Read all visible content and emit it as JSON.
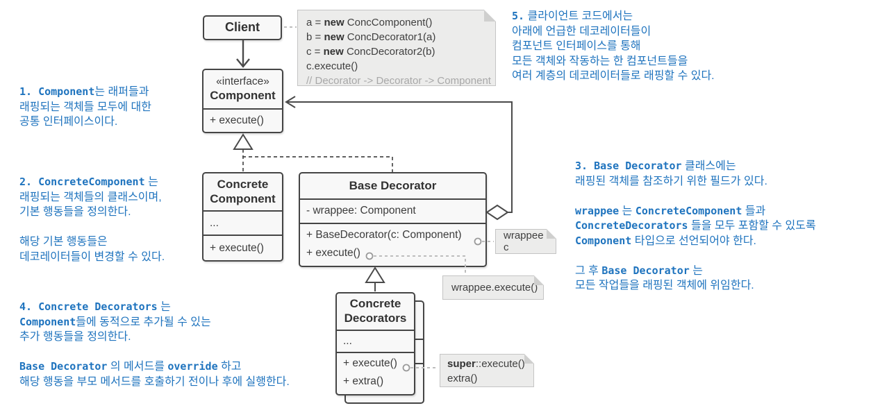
{
  "colors": {
    "annotation_blue": "#1e73be",
    "box_fill": "#f8f8f8",
    "box_border": "#454545",
    "note_fill": "#ececeb",
    "solid_line": "#4a4a4a",
    "dashed_note_connector": "#bdbdbd"
  },
  "classes": {
    "client": {
      "title": "Client"
    },
    "component": {
      "stereotype": "«interface»",
      "title": "Component",
      "method": "+ execute()"
    },
    "concrete_component": {
      "title": "Concrete Component",
      "ellipsis": "...",
      "method": "+ execute()"
    },
    "base_decorator": {
      "title": "Base Decorator",
      "field": "- wrappee: Component",
      "method1": "+ BaseDecorator(c: Component)",
      "method2": "+ execute()"
    },
    "concrete_decorators": {
      "title": "Concrete Decorators",
      "ellipsis": "...",
      "method1": "+ execute()",
      "method2": "+ extra()"
    }
  },
  "notes": {
    "client_code": {
      "lines": [
        [
          {
            "t": "a = "
          },
          {
            "t": "new",
            "c": "b"
          },
          {
            "t": " ConcComponent()"
          }
        ],
        [
          {
            "t": "b = "
          },
          {
            "t": "new",
            "c": "b"
          },
          {
            "t": " ConcDecorator1(a)"
          }
        ],
        [
          {
            "t": "c = "
          },
          {
            "t": "new",
            "c": "b"
          },
          {
            "t": " ConcDecorator2(b)"
          }
        ],
        [
          {
            "t": "c.execute()"
          }
        ],
        [
          {
            "t": "// Decorator -> Decorator -> Component",
            "c": "cmt"
          }
        ]
      ]
    },
    "wrappee_assign": {
      "text": "wrappee = c"
    },
    "wrappee_execute": {
      "text": "wrappee.execute()"
    },
    "super_call": {
      "lines": [
        [
          {
            "t": "super",
            "c": "b"
          },
          {
            "t": "::execute()"
          }
        ],
        [
          {
            "t": "extra()"
          }
        ]
      ]
    }
  },
  "annotations": {
    "a1": {
      "lines": [
        [
          {
            "t": "1. Component",
            "c": "kw"
          },
          {
            "t": "는 래퍼들과"
          }
        ],
        [
          {
            "t": "래핑되는 객체들 모두에 대한"
          }
        ],
        [
          {
            "t": "공통 인터페이스이다."
          }
        ]
      ]
    },
    "a2": {
      "lines": [
        [
          {
            "t": "2. ConcreteComponent",
            "c": "kw"
          },
          {
            "t": " 는"
          }
        ],
        [
          {
            "t": "래핑되는 객체들의 클래스이며,"
          }
        ],
        [
          {
            "t": "기본 행동들을 정의한다."
          }
        ],
        [],
        [
          {
            "t": "해당 기본 행동들은"
          }
        ],
        [
          {
            "t": "데코레이터들이 변경할 수 있다."
          }
        ]
      ]
    },
    "a3": {
      "lines": [
        [
          {
            "t": "3. Base Decorator",
            "c": "kw"
          },
          {
            "t": " 클래스에는"
          }
        ],
        [
          {
            "t": "래핑된 객체를 참조하기 위한 필드가 있다."
          }
        ],
        [],
        [
          {
            "t": "wrappee",
            "c": "kw"
          },
          {
            "t": " 는 "
          },
          {
            "t": "ConcreteComponent",
            "c": "kw"
          },
          {
            "t": " 들과"
          }
        ],
        [
          {
            "t": "ConcreteDecorators",
            "c": "kw"
          },
          {
            "t": " 들을 모두 포함할 수 있도록"
          }
        ],
        [
          {
            "t": "Component",
            "c": "kw"
          },
          {
            "t": " 타입으로 선언되어야 한다."
          }
        ],
        [],
        [
          {
            "t": "그 후 "
          },
          {
            "t": "Base Decorator",
            "c": "kw"
          },
          {
            "t": " 는"
          }
        ],
        [
          {
            "t": "모든 작업들을 래핑된 객체에 위임한다."
          }
        ]
      ]
    },
    "a4": {
      "lines": [
        [
          {
            "t": "4. Concrete Decorators",
            "c": "kw"
          },
          {
            "t": " 는"
          }
        ],
        [
          {
            "t": "Component",
            "c": "kw"
          },
          {
            "t": "들에 동적으로 추가될 수 있는"
          }
        ],
        [
          {
            "t": "추가 행동들을 정의한다."
          }
        ],
        [],
        [
          {
            "t": "Base Decorator",
            "c": "kw"
          },
          {
            "t": " 의 메서드를 "
          },
          {
            "t": "override",
            "c": "kw"
          },
          {
            "t": " 하고"
          }
        ],
        [
          {
            "t": "해당 행동을 부모 메서드를 호출하기 전이나 후에 실행한다."
          }
        ]
      ]
    },
    "a5": {
      "lines": [
        [
          {
            "t": "5.",
            "c": "kw"
          },
          {
            "t": " 클라이언트 코드에서는"
          }
        ],
        [
          {
            "t": "아래에 언급한 데코레이터들이"
          }
        ],
        [
          {
            "t": "컴포넌트 인터페이스를 통해"
          }
        ],
        [
          {
            "t": "모든 객체와 작동하는 한 컴포넌트들을"
          }
        ],
        [
          {
            "t": "여러 계층의 데코레이터들로 래핑할 수 있다."
          }
        ]
      ]
    }
  }
}
